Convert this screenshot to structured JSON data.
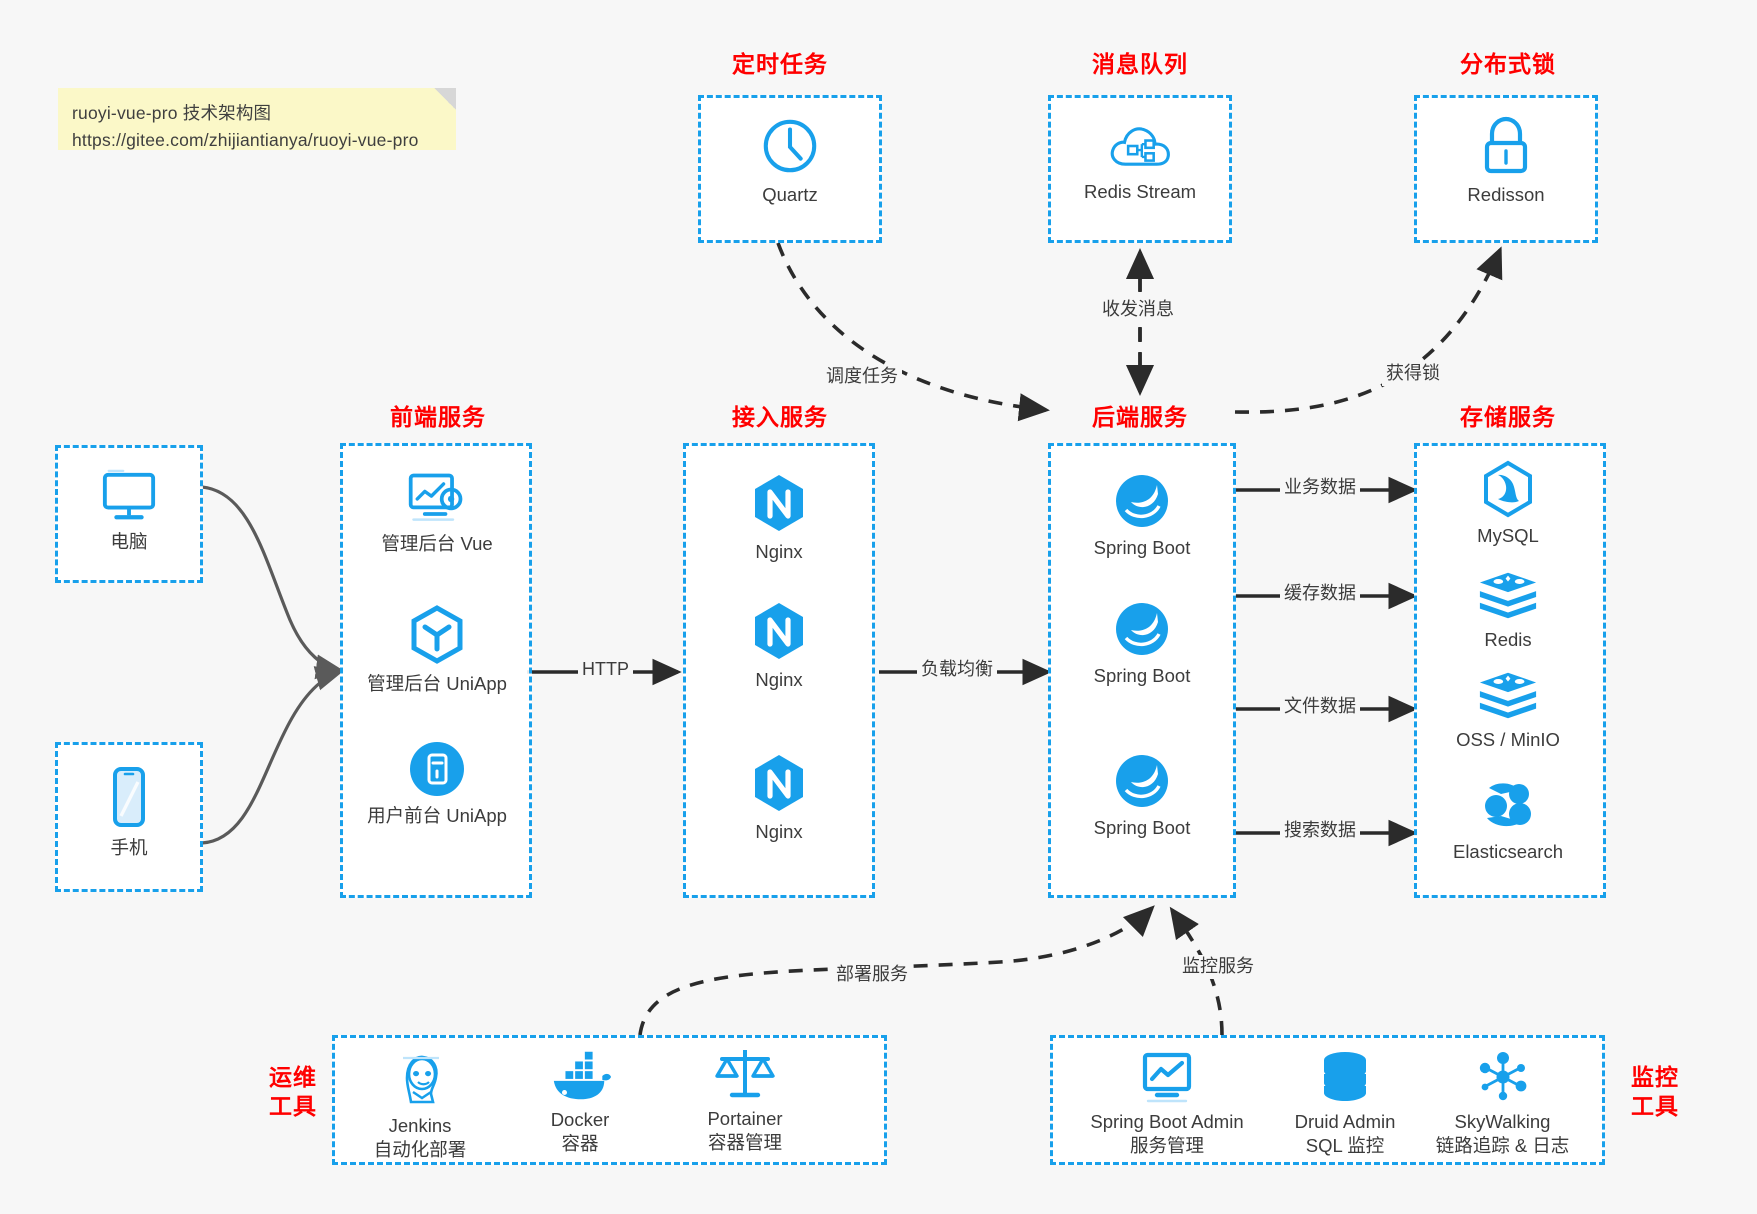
{
  "note": {
    "line1": "ruoyi-vue-pro 技术架构图",
    "line2": "https://gitee.com/zhijiantianya/ruoyi-vue-pro"
  },
  "colors": {
    "accent": "#18a0eb",
    "title": "#ff0000",
    "text": "#3c3c3c",
    "background": "#f7f7f7",
    "note": "#fbf8c8",
    "arrow": "#2b2b2b",
    "curve": "#555555"
  },
  "groups": {
    "scheduled_task": {
      "title": "定时任务"
    },
    "message_queue": {
      "title": "消息队列"
    },
    "distributed_lock": {
      "title": "分布式锁"
    },
    "frontend": {
      "title": "前端服务"
    },
    "gateway": {
      "title": "接入服务"
    },
    "backend": {
      "title": "后端服务"
    },
    "storage": {
      "title": "存储服务"
    },
    "devops": {
      "title_line1": "运维",
      "title_line2": "工具"
    },
    "monitor": {
      "title_line1": "监控",
      "title_line2": "工具"
    }
  },
  "nodes": {
    "quartz": {
      "label": "Quartz",
      "icon": "clock-icon"
    },
    "redis_stream": {
      "label": "Redis Stream",
      "icon": "cloud-queue-icon"
    },
    "redisson": {
      "label": "Redisson",
      "icon": "lock-icon"
    },
    "computer": {
      "label": "电脑",
      "icon": "desktop-icon"
    },
    "phone": {
      "label": "手机",
      "icon": "mobile-icon"
    },
    "admin_vue": {
      "label": "管理后台 Vue",
      "icon": "dashboard-icon"
    },
    "admin_uniapp": {
      "label": "管理后台 UniApp",
      "icon": "cube-icon"
    },
    "user_uniapp": {
      "label": "用户前台 UniApp",
      "icon": "app-icon"
    },
    "nginx_1": {
      "label": "Nginx",
      "icon": "nginx-icon"
    },
    "nginx_2": {
      "label": "Nginx",
      "icon": "nginx-icon"
    },
    "nginx_3": {
      "label": "Nginx",
      "icon": "nginx-icon"
    },
    "spring_boot_1": {
      "label": "Spring Boot",
      "icon": "spring-icon"
    },
    "spring_boot_2": {
      "label": "Spring Boot",
      "icon": "spring-icon"
    },
    "spring_boot_3": {
      "label": "Spring Boot",
      "icon": "spring-icon"
    },
    "mysql": {
      "label": "MySQL",
      "icon": "mysql-icon"
    },
    "redis": {
      "label": "Redis",
      "icon": "redis-icon"
    },
    "oss_minio": {
      "label": "OSS / MinIO",
      "icon": "redis-icon"
    },
    "elasticsearch": {
      "label": "Elasticsearch",
      "icon": "elasticsearch-icon"
    },
    "jenkins": {
      "label": "Jenkins",
      "sub": "自动化部署",
      "icon": "jenkins-icon"
    },
    "docker": {
      "label": "Docker",
      "sub": "容器",
      "icon": "docker-icon"
    },
    "portainer": {
      "label": "Portainer",
      "sub": "容器管理",
      "icon": "scales-icon"
    },
    "spring_boot_admin": {
      "label": "Spring Boot Admin",
      "sub": "服务管理",
      "icon": "monitor-chart-icon"
    },
    "druid_admin": {
      "label": "Druid Admin",
      "sub": "SQL 监控",
      "icon": "database-icon"
    },
    "skywalking": {
      "label": "SkyWalking",
      "sub": "链路追踪 & 日志",
      "icon": "network-nodes-icon"
    }
  },
  "edges": {
    "http": "HTTP",
    "load_balance": "负载均衡",
    "schedule_task": "调度任务",
    "send_receive_message": "收发消息",
    "acquire_lock": "获得锁",
    "business_data": "业务数据",
    "cache_data": "缓存数据",
    "file_data": "文件数据",
    "search_data": "搜索数据",
    "deploy_service": "部署服务",
    "monitor_service": "监控服务"
  }
}
